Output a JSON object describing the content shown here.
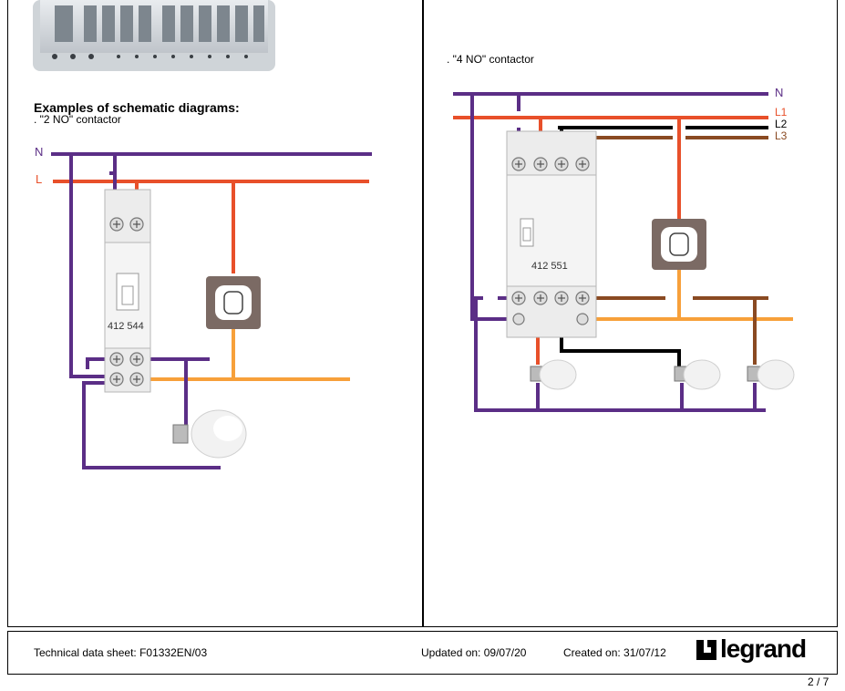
{
  "heading": "Examples of schematic diagrams:",
  "left": {
    "caption": ". \"2 NO\" contactor",
    "label_n": "N",
    "label_l": "L",
    "model": "412 544"
  },
  "right": {
    "caption": ". \"4 NO\" contactor",
    "label_n": "N",
    "label_l1": "L1",
    "label_l2": "L2",
    "label_l3": "L3",
    "model": "412 551"
  },
  "footer": {
    "datasheet": "Technical data sheet: F01332EN/03",
    "updated": "Updated on: 09/07/20",
    "created": "Created on: 31/07/12",
    "brand": "legrand",
    "page": "2 / 7"
  },
  "colors": {
    "neutral": "#5b2e86",
    "phase": "#e8502a",
    "switched": "#f7a03a",
    "black": "#000000",
    "brown": "#8a4a22"
  }
}
